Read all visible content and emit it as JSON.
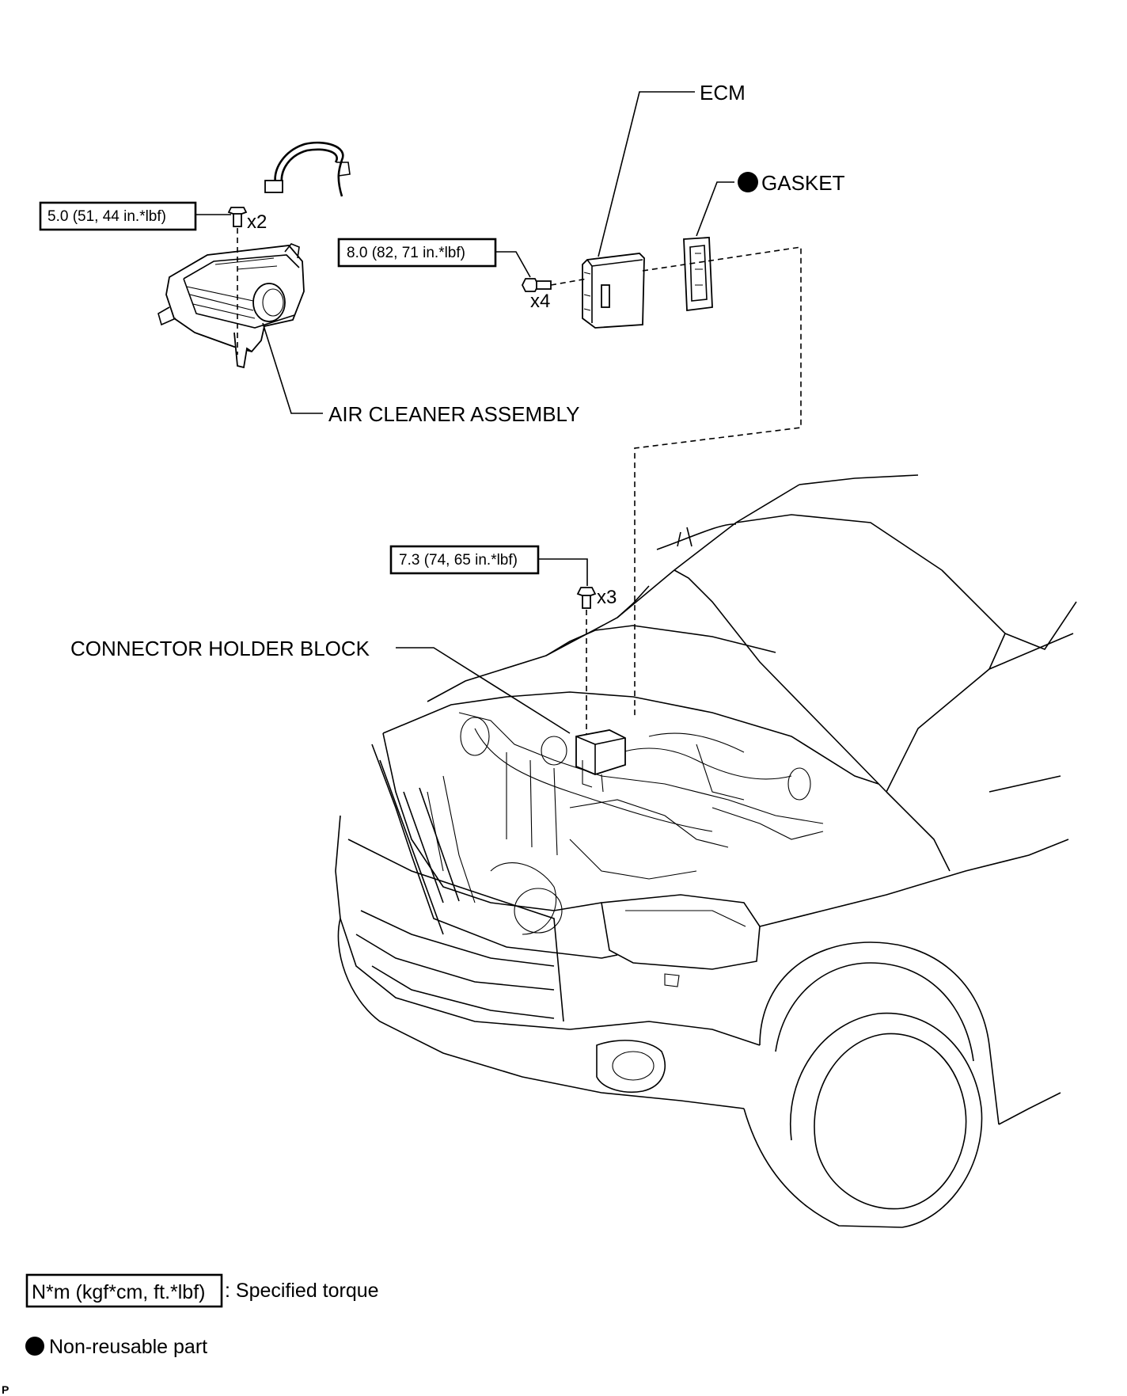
{
  "labels": {
    "ecm": "ECM",
    "gasket": "GASKET",
    "air_cleaner": "AIR CLEANER ASSEMBLY",
    "connector_holder": "CONNECTOR HOLDER BLOCK"
  },
  "torques": {
    "air_cleaner_bolt": "5.0 (51, 44 in.*lbf)",
    "ecm_bolt": "8.0 (82, 71 in.*lbf)",
    "connector_bolt": "7.3 (74, 65 in.*lbf)"
  },
  "quantities": {
    "air_cleaner_bolt": "x2",
    "ecm_bolt": "x4",
    "connector_bolt": "x3"
  },
  "legend": {
    "torque_unit": "N*m (kgf*cm, ft.*lbf)",
    "torque_desc": ": Specified torque",
    "non_reusable": "Non-reusable part"
  },
  "corner_mark": "P"
}
